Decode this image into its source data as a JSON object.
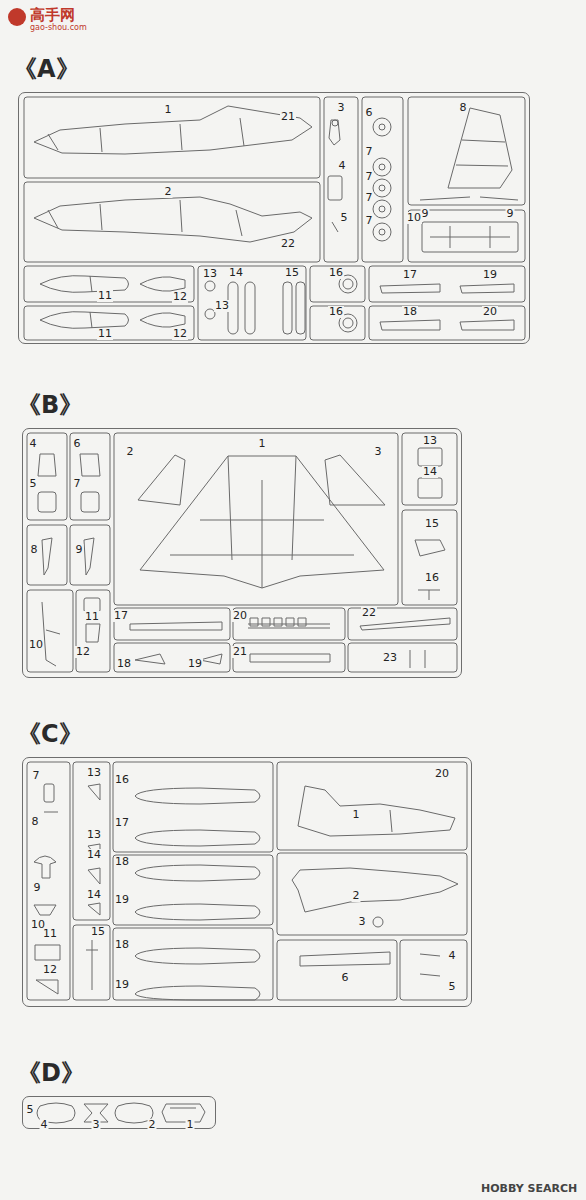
{
  "diagram": {
    "nodes": [
      {
        "text": [
          "《A》"
        ]
      },
      {
        "text": [
          "《B》"
        ]
      },
      {
        "text": [
          "《C》"
        ]
      },
      {
        "text": [
          "《D》"
        ]
      }
    ],
    "labels": [
      "1",
      "21",
      "3",
      "6",
      "8",
      "2",
      "4",
      "7",
      "7",
      "7",
      "7",
      "9",
      "9",
      "22",
      "5",
      "10",
      "11",
      "12",
      "13",
      "14",
      "15",
      "16",
      "17",
      "19",
      "11",
      "12",
      "13",
      "16",
      "18",
      "20",
      "4",
      "6",
      "5",
      "7",
      "8",
      "9",
      "10",
      "11",
      "12",
      "1",
      "2",
      "3",
      "13",
      "14",
      "15",
      "16",
      "17",
      "20",
      "22",
      "18",
      "19",
      "21",
      "23",
      "7",
      "13",
      "16",
      "8",
      "13",
      "17",
      "20",
      "1",
      "9",
      "14",
      "18",
      "10",
      "14",
      "19",
      "2",
      "3",
      "11",
      "18",
      "6",
      "4",
      "12",
      "15",
      "19",
      "5",
      "5",
      "4",
      "3",
      "2",
      "1",
      "高手网",
      "gao-shou.com",
      "HOBBY SEARCH"
    ]
  }
}
